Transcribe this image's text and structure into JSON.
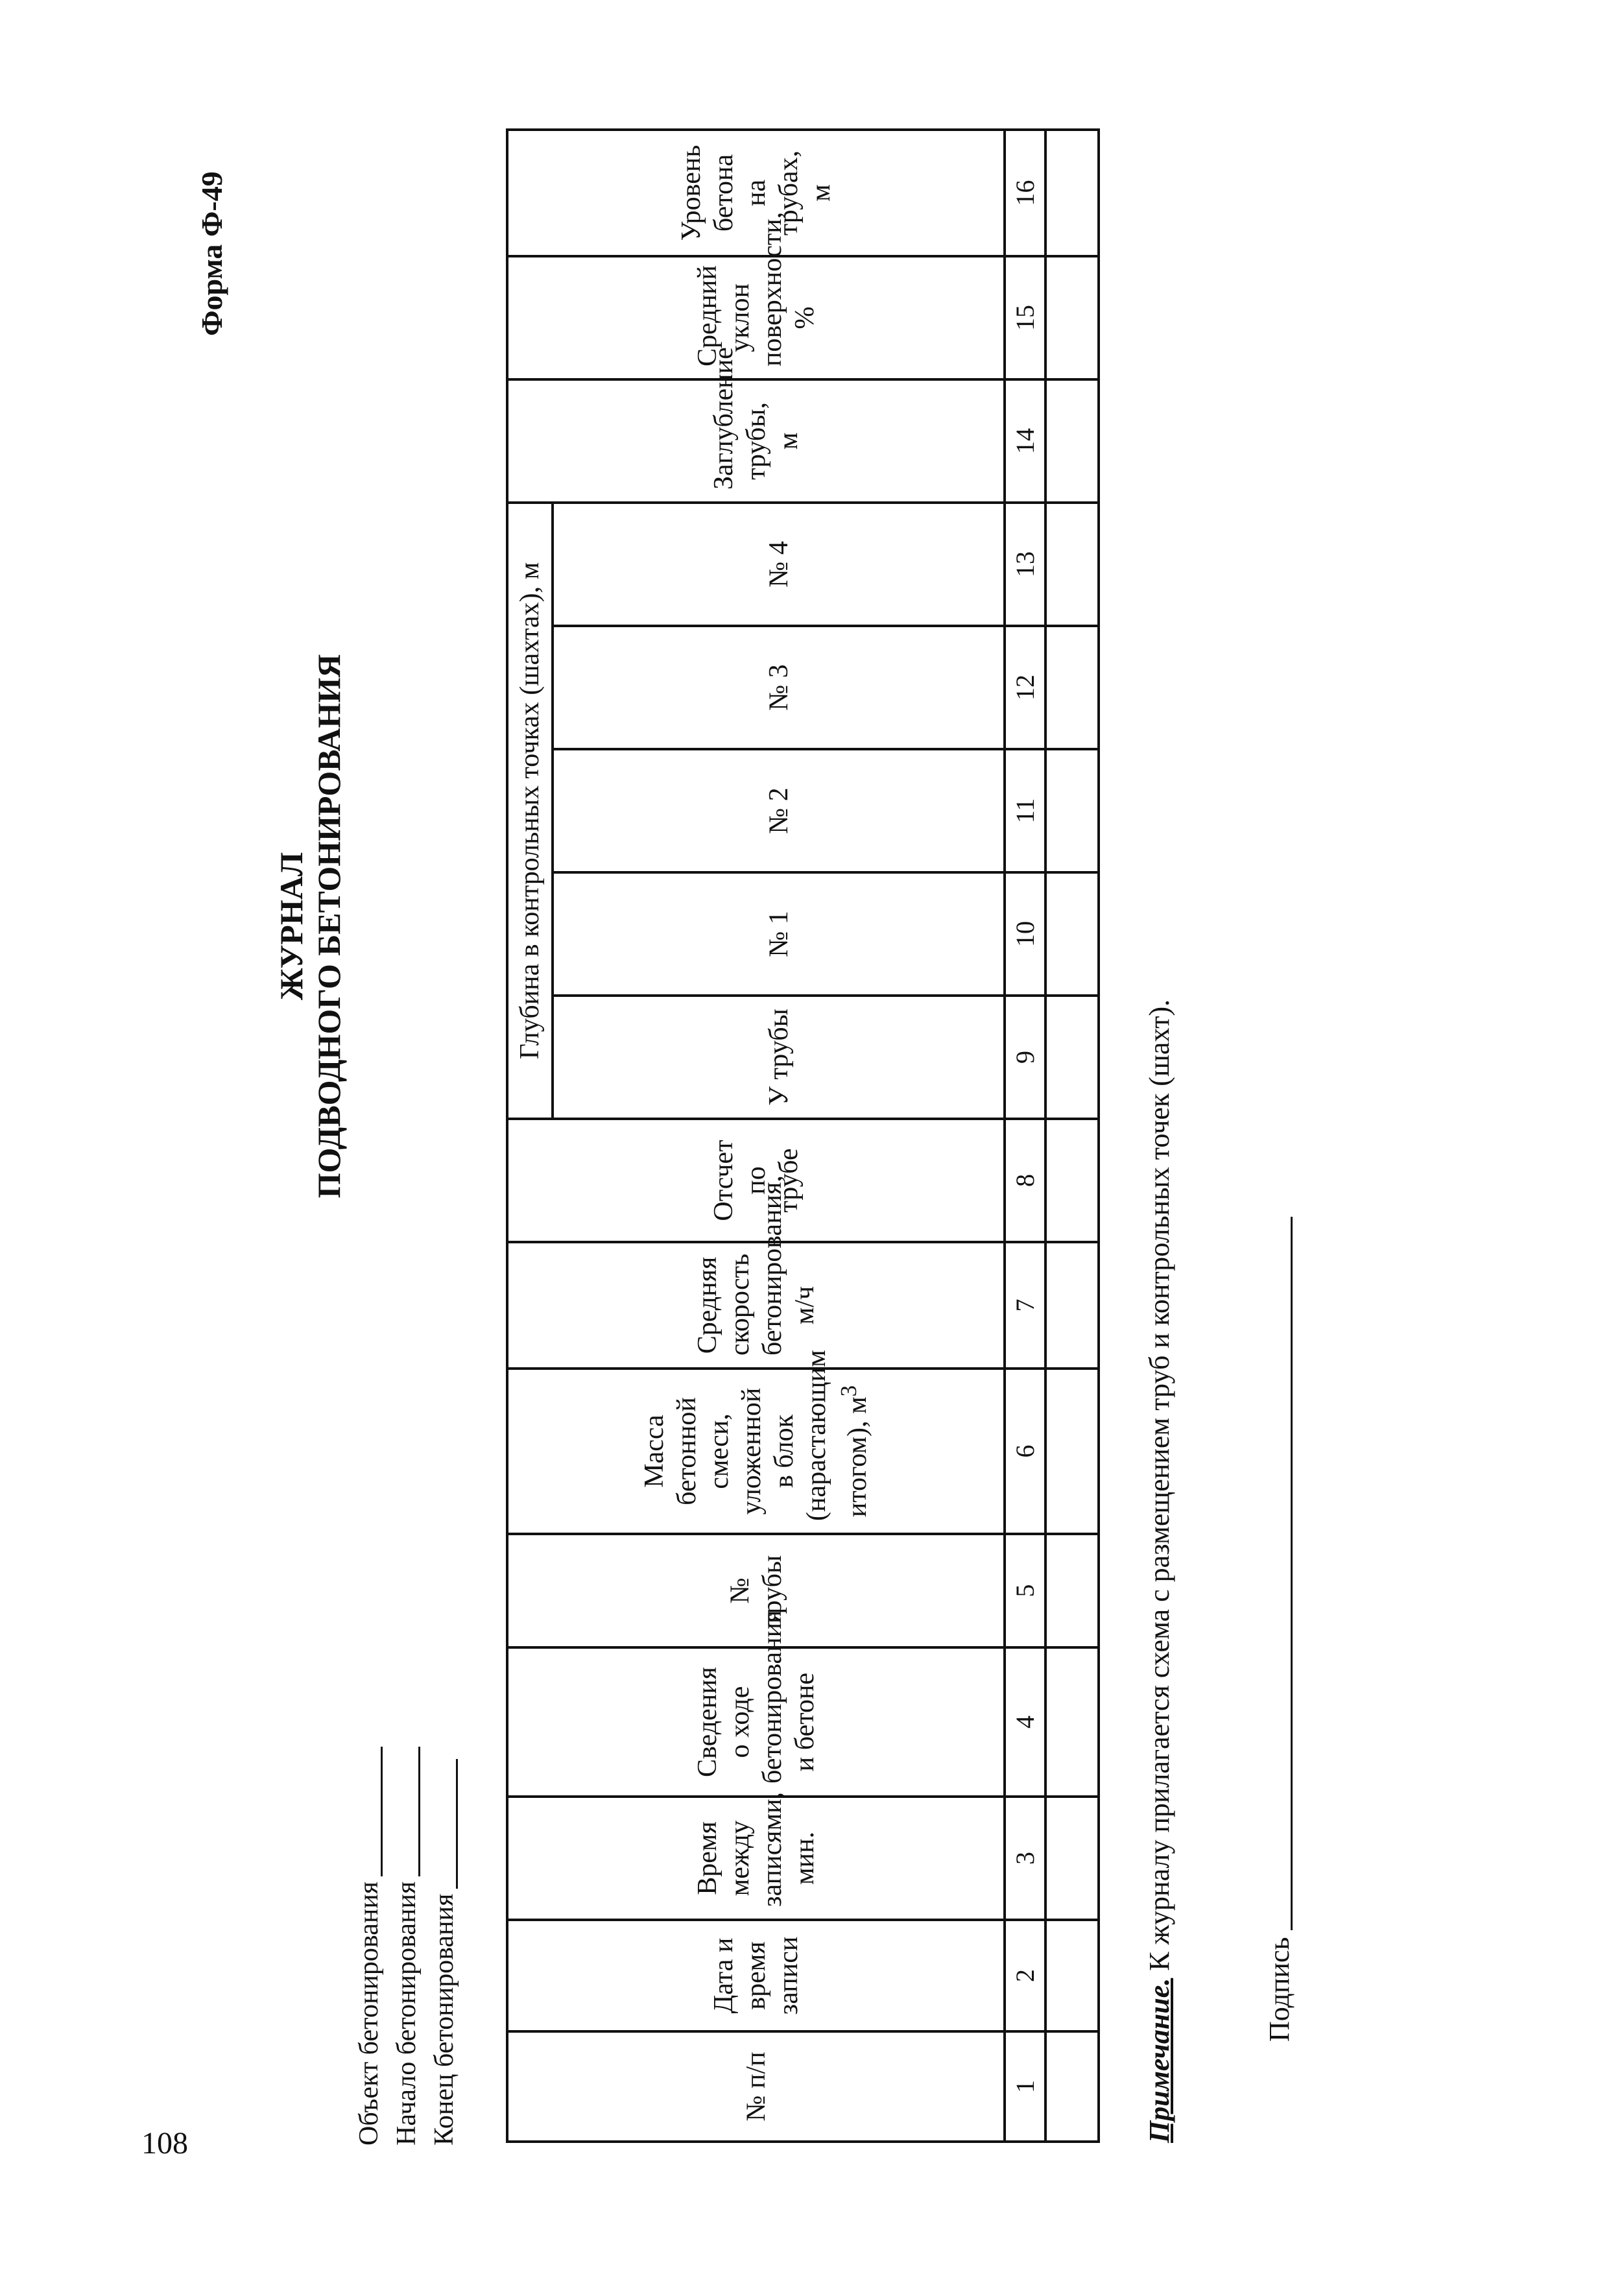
{
  "page_number": "108",
  "form_label": "Форма Ф-49",
  "title": {
    "line1": "ЖУРНАЛ",
    "line2": "ПОДВОДНОГО БЕТОНИРОВАНИЯ"
  },
  "meta": {
    "object_label": "Объект бетонирования",
    "start_label": "Начало бетонирования",
    "end_label": "Конец бетонирования"
  },
  "table": {
    "group_header": "Глубина в контрольных точках (шахтах), м",
    "columns": [
      "№ п/п",
      "Дата и время записи",
      "Время между записями, мин.",
      "Сведения о ходе бетонирования и бетоне",
      "№ трубы",
      "Масса бетонной смеси, уложенной в блок (нарастающим итогом), м",
      "Средняя скорость бетонирования, м/ч",
      "Отсчет по трубе",
      "У трубы",
      "№ 1",
      "№ 2",
      "№ 3",
      "№ 4",
      "Заглубление трубы, м",
      "Средний уклон поверхности, %",
      "Уровень бетона на трубах, м"
    ],
    "col6_sup": "3",
    "numbers": [
      "1",
      "2",
      "3",
      "4",
      "5",
      "6",
      "7",
      "8",
      "9",
      "10",
      "11",
      "12",
      "13",
      "14",
      "15",
      "16"
    ]
  },
  "note": {
    "label": "Примечание.",
    "text": " К журналу прилагается схема с размещением труб и контрольных точек (шахт)."
  },
  "signature": {
    "label": "Подпись"
  }
}
